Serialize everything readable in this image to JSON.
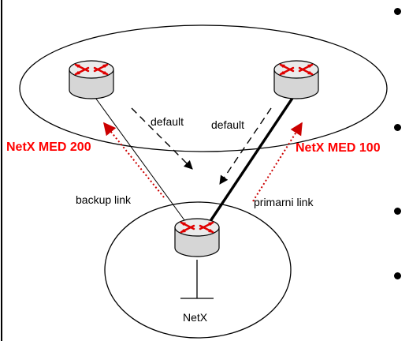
{
  "diagram": {
    "labels": {
      "default_left": "default",
      "default_right": "default",
      "med_left": "NetX MED 200",
      "med_right": "NetX MED 100",
      "backup_link": "backup link",
      "primary_link": "primarni link",
      "network": "NetX"
    },
    "colors": {
      "line": "#000000",
      "med_arrow": "#cc0000",
      "med_text": "#ff0000",
      "router_top": "#e6e6e6",
      "router_body": "#d4d4d4",
      "router_arrow": "#e00000"
    },
    "bullets": 4
  }
}
